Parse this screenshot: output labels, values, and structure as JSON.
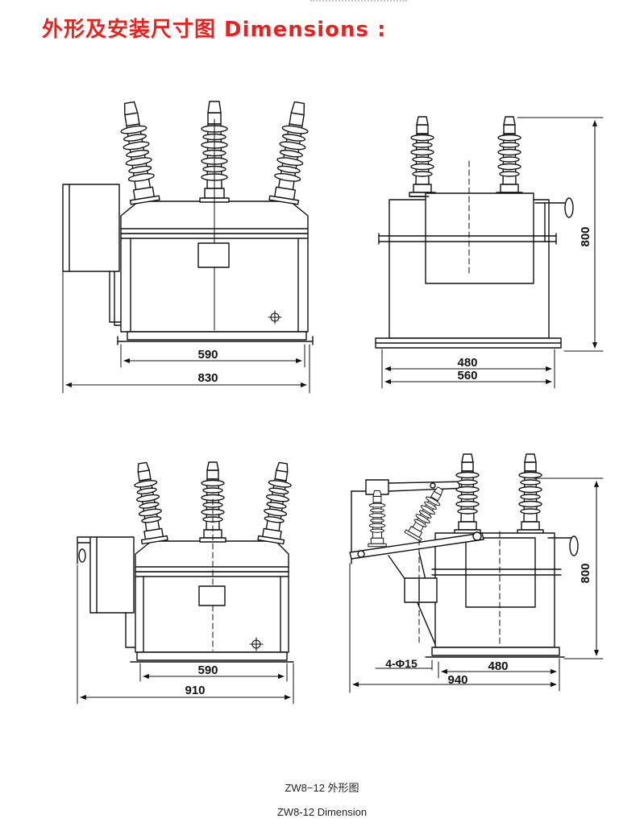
{
  "title": "外形及安装尺寸图  Dimensions :",
  "accent_color": "#e52420",
  "views": {
    "front_top": {
      "dim_inner": "590",
      "dim_outer": "830"
    },
    "side_top": {
      "dim_inner": "480",
      "dim_outer": "560",
      "dim_height": "800"
    },
    "front_bottom": {
      "dim_inner": "590",
      "dim_outer": "910"
    },
    "side_bottom": {
      "dim_inner": "480",
      "dim_outer": "940",
      "dim_height": "800",
      "hole_label": "4-Φ15"
    }
  },
  "captions": {
    "cn": "ZW8−12 外形图",
    "en": "ZW8-12 Dimension"
  }
}
